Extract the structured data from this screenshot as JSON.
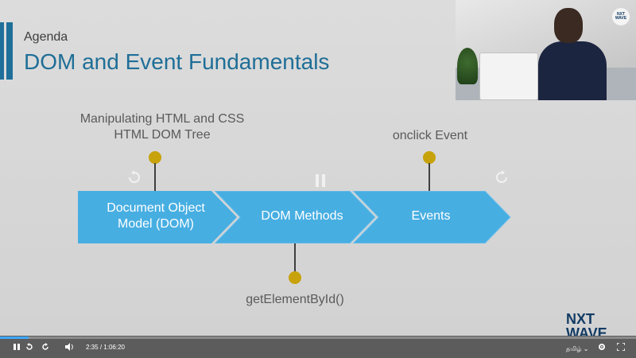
{
  "slide": {
    "kicker": "Agenda",
    "title": "DOM and Event Fundamentals",
    "steps": [
      {
        "label": "Document Object\nModel (DOM)"
      },
      {
        "label": "DOM Methods"
      },
      {
        "label": "Events"
      }
    ],
    "annotations": {
      "dom_top": "Manipulating HTML and CSS\nHTML DOM Tree",
      "events_top": "onclick Event",
      "methods_bottom": "getElementById()"
    },
    "brand_logo": "NXT\nWAVE",
    "colors": {
      "title": "#1f6e97",
      "step_fill": "#47aee2",
      "dot": "#c8a20a",
      "accent": "#1e6f9a"
    }
  },
  "player": {
    "current_time": "2:35",
    "separator": "/",
    "duration": "1:06:20",
    "language": "தமிழ்",
    "progress_percent": 4.5,
    "icons": {
      "play_pause": "pause-icon",
      "rewind": "rewind-icon",
      "forward": "forward-icon",
      "volume": "volume-icon",
      "settings": "settings-icon",
      "fullscreen": "fullscreen-icon"
    }
  },
  "webcam": {
    "badge_line1": "NXT",
    "badge_line2": "WAVE"
  }
}
